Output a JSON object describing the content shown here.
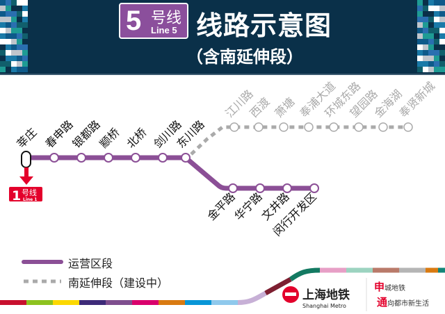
{
  "header": {
    "line_number": "5",
    "line_cn": "号线",
    "line_en": "Line 5",
    "title": "线路示意图",
    "subtitle": "（含南延伸段）"
  },
  "colors": {
    "line5": "#8b4f96",
    "extension": "#aaaaaa",
    "line1": "#e3002b",
    "header": "#0a3049"
  },
  "transfer": {
    "line_number": "1",
    "line_cn": "号线",
    "line_en": "Line 1"
  },
  "stations_main": [
    "莘庄",
    "春申路",
    "银都路",
    "颛桥",
    "北桥",
    "剑川路",
    "东川路"
  ],
  "stations_branch": [
    "金平路",
    "华宁路",
    "文井路",
    "闵行开发区"
  ],
  "stations_extension": [
    "江川路",
    "西渡",
    "萧塘",
    "奉浦大道",
    "环城东路",
    "望园路",
    "金海湖",
    "奉贤新城"
  ],
  "legend": {
    "operating": "运营区段",
    "extension": "南延伸段（建设中）"
  },
  "footer": {
    "logo_cn": "上海地铁",
    "logo_en": "Shanghai Metro",
    "slogan1_big": "申",
    "slogan1": "城地铁",
    "slogan2_big": "通",
    "slogan2": "向都市新生活"
  }
}
